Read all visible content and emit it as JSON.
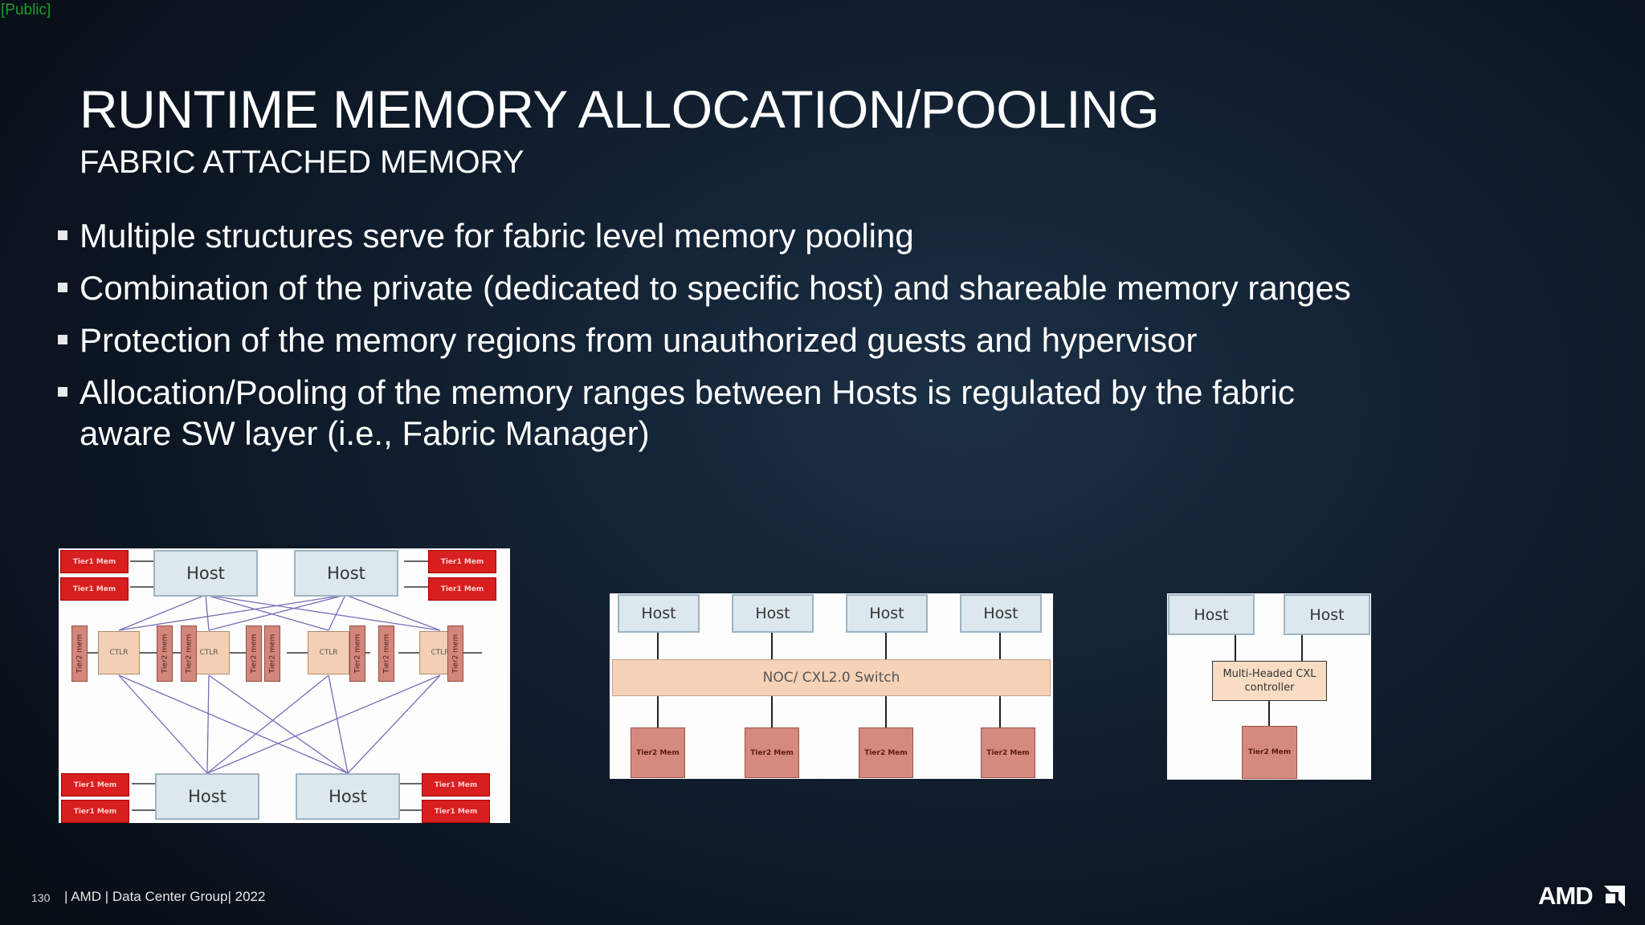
{
  "classification": "[Public]",
  "title": "RUNTIME MEMORY ALLOCATION/POOLING",
  "subtitle": "FABRIC ATTACHED MEMORY",
  "bullets": [
    "Multiple structures serve for fabric level memory pooling",
    "Combination of the private (dedicated to specific host) and shareable memory ranges",
    "Protection of the memory regions from unauthorized guests and hypervisor",
    "Allocation/Pooling of the memory ranges between Hosts is regulated by the fabric aware SW layer (i.e., Fabric Manager)"
  ],
  "diagram1": {
    "host_label": "Host",
    "tier1_label": "Tier1 Mem",
    "tier2_label": "Tier2 mem",
    "ctlr_label": "CTLR"
  },
  "diagram2": {
    "host_label": "Host",
    "switch_label": "NOC/ CXL2.0 Switch",
    "tier2_label": "Tier2 Mem"
  },
  "diagram3": {
    "host_label": "Host",
    "controller_label": "Multi-Headed CXL controller",
    "tier2_label": "Tier2 Mem"
  },
  "footer": {
    "page_number": "130",
    "text": "| AMD | Data Center Group| 2022",
    "logo": "AMD"
  }
}
